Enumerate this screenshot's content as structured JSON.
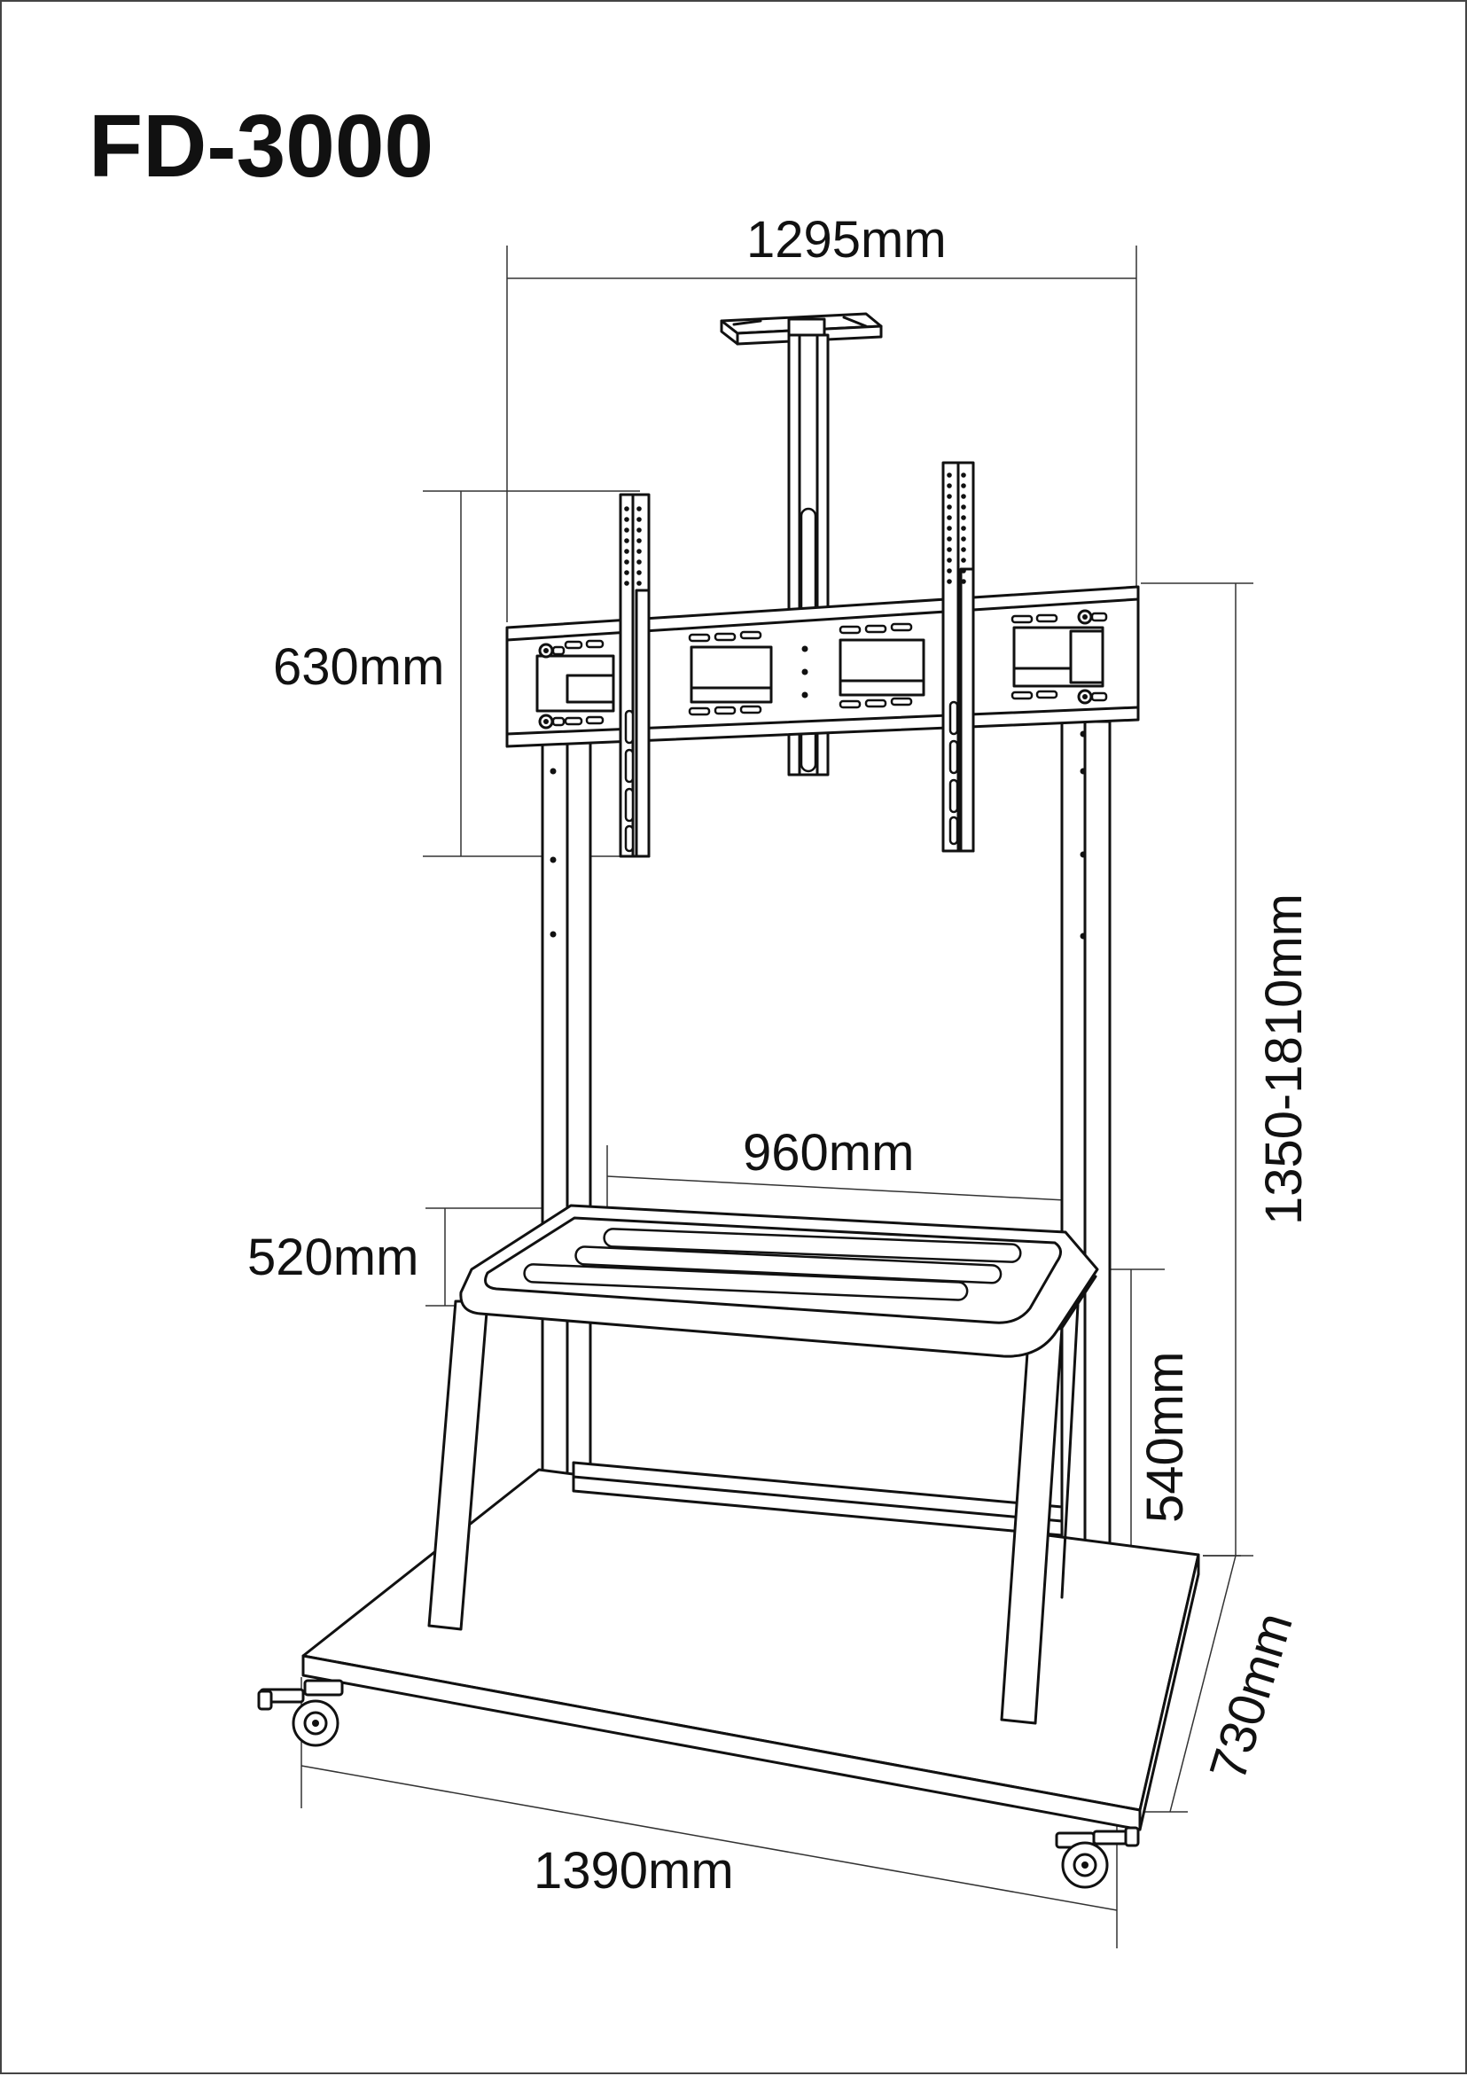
{
  "title": "FD-3000",
  "dimensions": {
    "width_top": "1295mm",
    "bracket_height": "630mm",
    "height_range": "1350-1810mm",
    "shelf_width": "960mm",
    "shelf_depth": "520mm",
    "shelf_height": "540mm",
    "base_depth": "730mm",
    "base_width": "1390mm"
  },
  "colors": {
    "line": "#111111",
    "background": "#ffffff"
  }
}
